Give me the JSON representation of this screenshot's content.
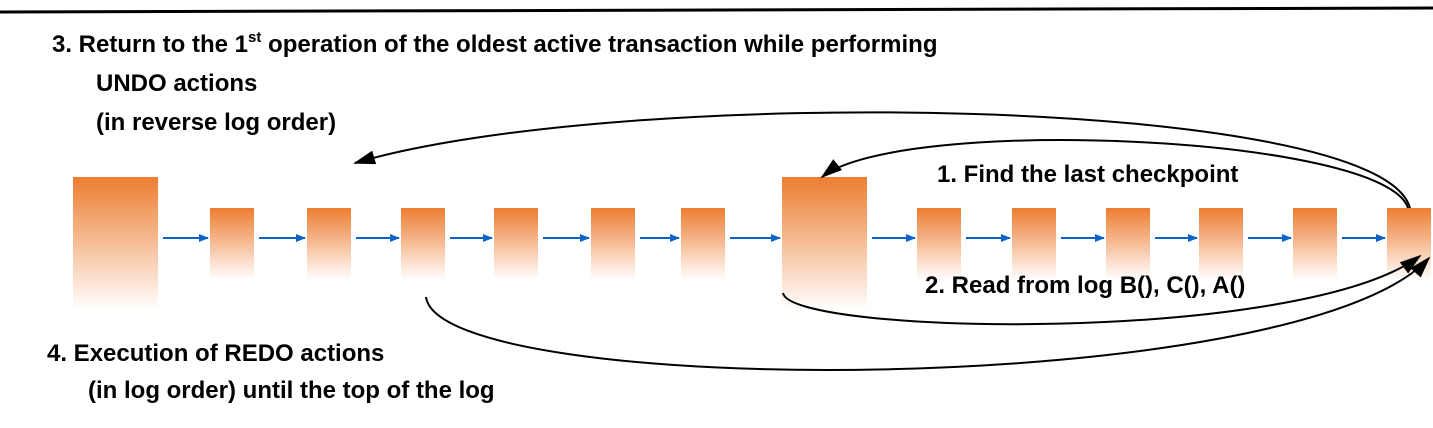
{
  "colors": {
    "box_top": "#ED7D31",
    "box_bottom": "#FFFFFF",
    "chain_arrow": "#0A63C9",
    "curve": "#000000"
  },
  "steps": {
    "step3_line1_prefix": "3. Return to the 1",
    "step3_line1_sup": "st",
    "step3_line1_suffix": " operation of the oldest active transaction while performing",
    "step3_line2": "UNDO actions",
    "step3_line3": "(in reverse log order)",
    "step1": "1. Find the last checkpoint",
    "step2": "2. Read from log B(), C(), A()",
    "step4_line1": "4. Execution of REDO actions",
    "step4_line2": "(in log order) until the top of the log"
  },
  "log_records": [
    {
      "kind": "checkpoint"
    },
    {
      "kind": "record"
    },
    {
      "kind": "record"
    },
    {
      "kind": "record"
    },
    {
      "kind": "record"
    },
    {
      "kind": "record"
    },
    {
      "kind": "record"
    },
    {
      "kind": "checkpoint"
    },
    {
      "kind": "record"
    },
    {
      "kind": "record"
    },
    {
      "kind": "record"
    },
    {
      "kind": "record"
    },
    {
      "kind": "record"
    },
    {
      "kind": "record"
    }
  ]
}
